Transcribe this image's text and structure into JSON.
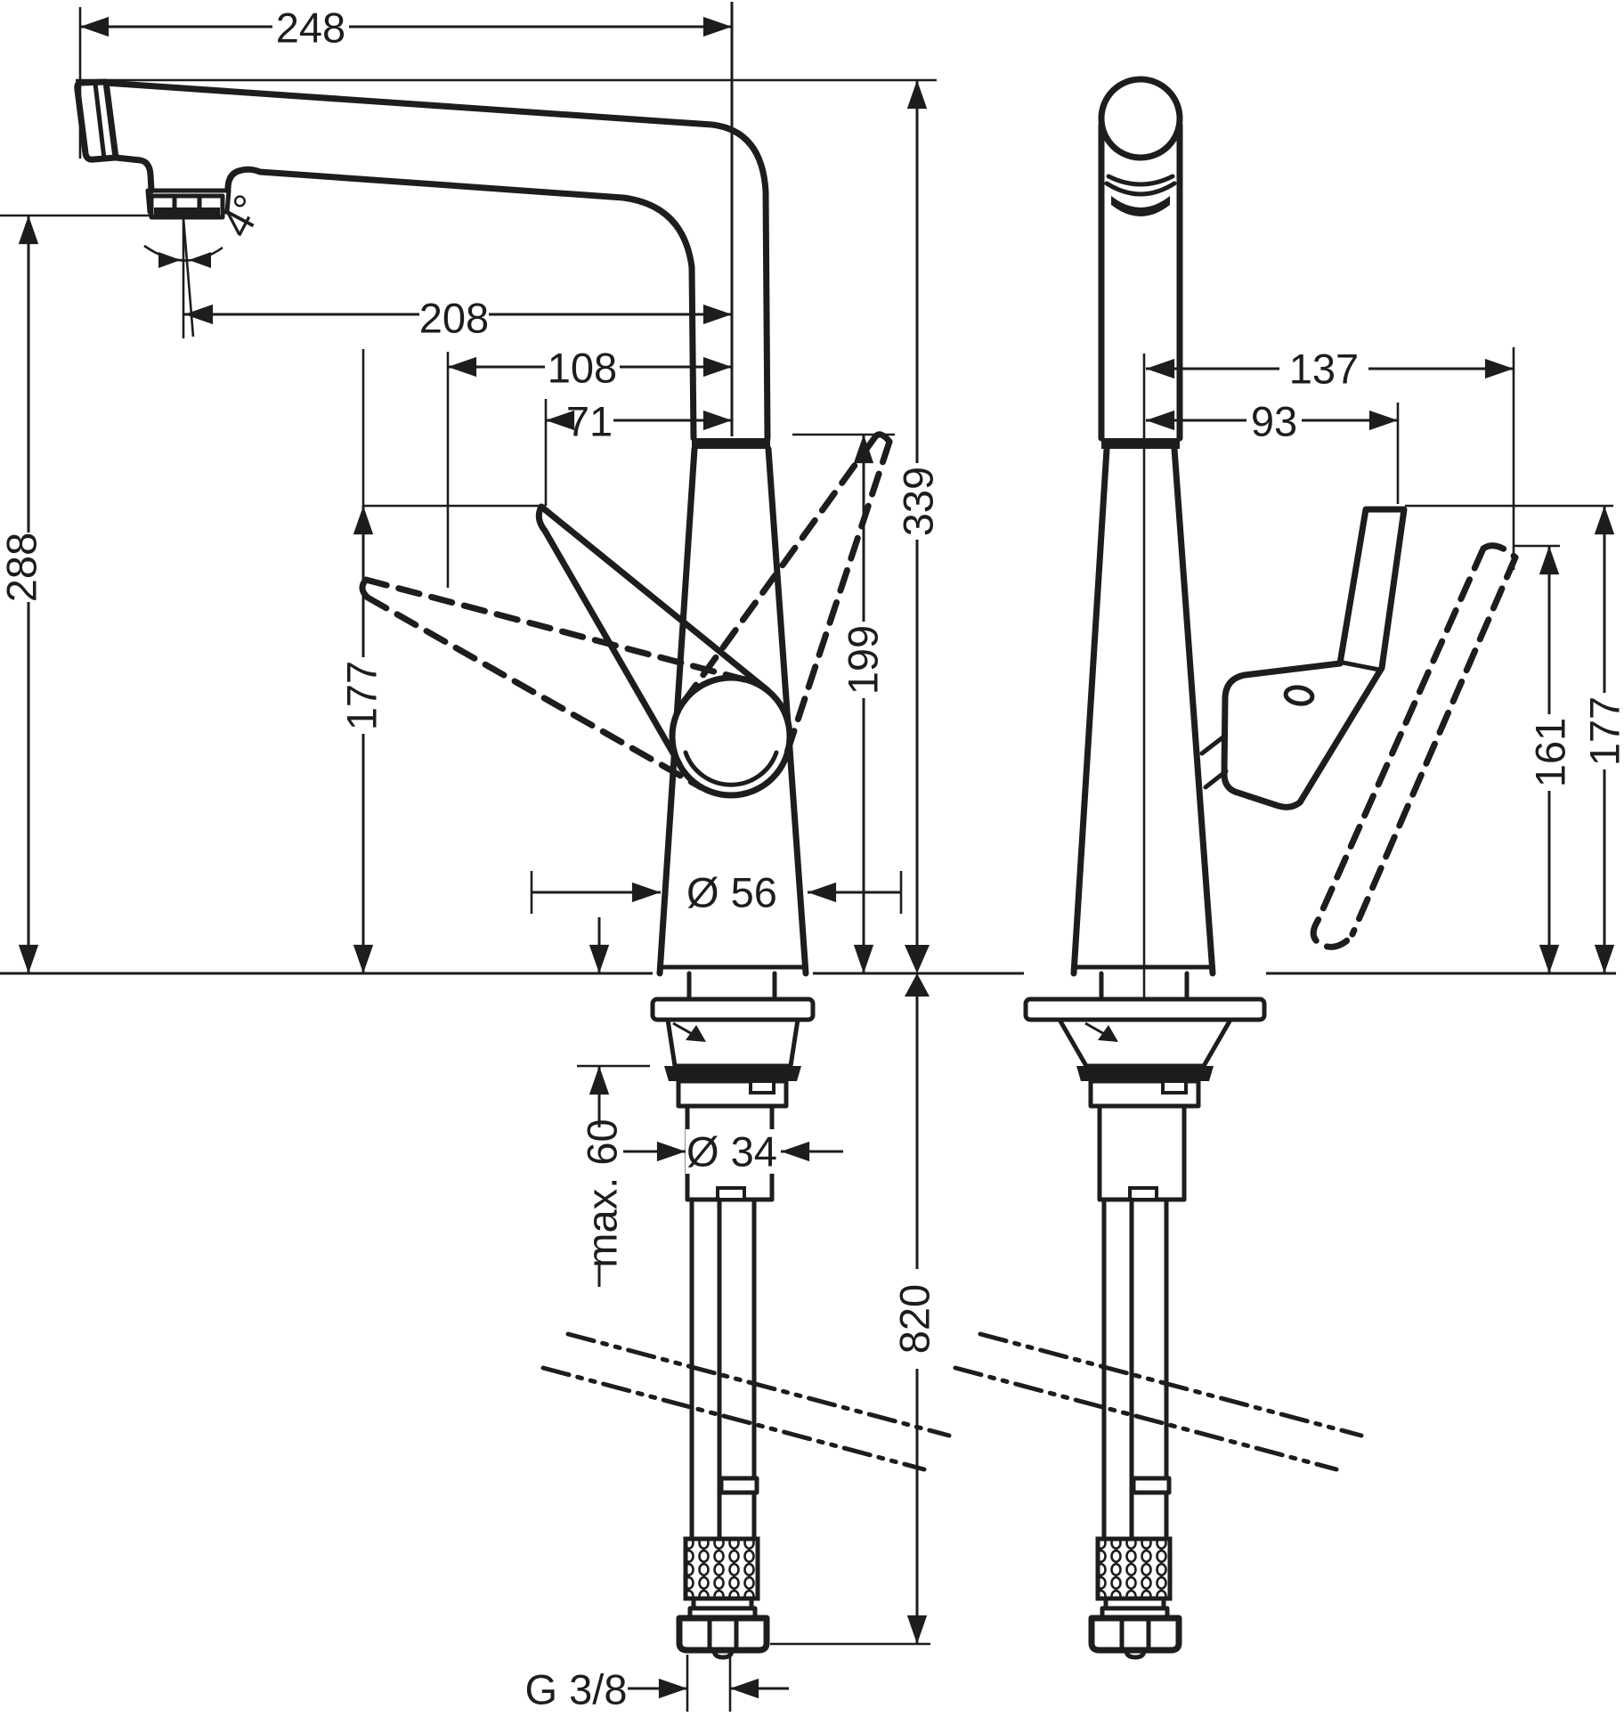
{
  "drawing": {
    "type": "faucet-installation-dimension-diagram",
    "ink_color": "#1d1d1b",
    "background_color": "#ffffff",
    "dims": {
      "d248": "248",
      "d208": "208",
      "d108": "108",
      "d71": "71",
      "angle4": "4°",
      "d288": "288",
      "d177_side": "177",
      "d199": "199",
      "d339": "339",
      "dia56": "Ø 56",
      "max60": "max. 60",
      "dia34": "Ø 34",
      "d820": "820",
      "thread": "G 3/8",
      "d137": "137",
      "d93": "93",
      "d161": "161",
      "d177_front": "177"
    }
  }
}
